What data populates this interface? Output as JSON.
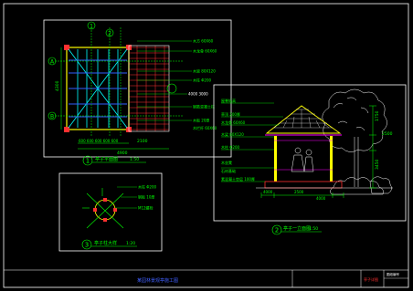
{
  "colors": {
    "background": "#000000",
    "frame": "#ffffff",
    "line_white": "#ffffff",
    "line_green": "#00ff00",
    "line_yellow": "#ffff00",
    "line_red": "#ff3030",
    "line_magenta": "#ff00ff",
    "line_cyan": "#00ffff",
    "line_blue": "#3060ff",
    "title_blue": "#4060ff"
  },
  "plan": {
    "label_dim_total": "4900",
    "label_dim_bottom": "2100",
    "label_dim_left": "4300",
    "label_dim_seq": "600 600 600 600 600",
    "axis_a": "A",
    "axis_b": "B",
    "axis_1": "1",
    "axis_2": "2",
    "caption": "亭子平面图",
    "caption_scale": "1:50",
    "caption_num": "1",
    "notes": [
      "木方 60X60",
      "木龙骨 60X60",
      "木梁 80X120",
      "木柱 Φ200",
      "钢筋混凝土柱",
      "木板 20厚",
      "木栏杆 60X60"
    ],
    "note_mid": "4000 3000"
  },
  "elevation": {
    "caption": "亭子一立面图",
    "caption_scale": "1:50",
    "caption_num": "2",
    "dim_top": "1750",
    "dim_mid": "2500",
    "dim_low": "3450",
    "dim_bottom_a": "4000",
    "dim_bottom_b": "2500",
    "dim_bottom_c": "4000",
    "notes_left": [
      "草顶 200厚",
      "木龙骨 60X60",
      "木梁 80X120",
      "木柱 Φ200",
      "木坐凳",
      "石材基础",
      "素混凝土垫层 100厚"
    ],
    "note_top": "屋脊标高"
  },
  "detail": {
    "caption": "亭子柱大样",
    "caption_scale": "1:20",
    "caption_num": "3",
    "notes": [
      "木柱 Φ200",
      "钢板 10厚",
      "M12螺栓"
    ]
  },
  "footer": {
    "project": "某园林景观亭施工图",
    "sheet": "亭子详图",
    "block": "图纸编号"
  }
}
